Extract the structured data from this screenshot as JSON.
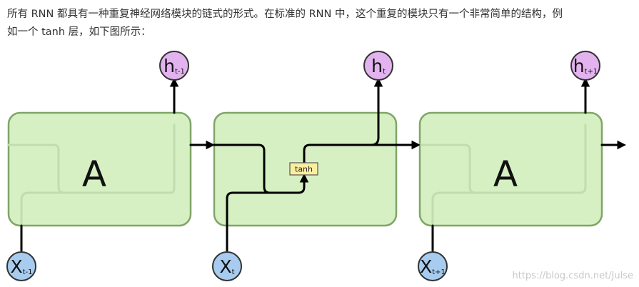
{
  "intro": {
    "line1": "所有 RNN 都具有一种重复神经网络模块的链式的形式。在标准的 RNN 中，这个重复的模块只有一个非常简单的结构，例",
    "line2": "如一个 tanh 层，如下图所示："
  },
  "diagram": {
    "cells": [
      {
        "label": "A"
      },
      {
        "label": ""
      },
      {
        "label": "A"
      }
    ],
    "outputs": [
      {
        "main": "h",
        "sub": "t-1"
      },
      {
        "main": "h",
        "sub": "t"
      },
      {
        "main": "h",
        "sub": "t+1"
      }
    ],
    "inputs": [
      {
        "main": "X",
        "sub": "t-1"
      },
      {
        "main": "X",
        "sub": "t"
      },
      {
        "main": "X",
        "sub": "t+1"
      }
    ],
    "layer": {
      "label": "tanh"
    },
    "colors": {
      "cell_fill": "#d6f0c3",
      "cell_border": "#7fa567",
      "output_node": "#e3b3ef",
      "input_node": "#a7ccef",
      "layer_fill": "#fbee9f"
    }
  },
  "watermark": "https://blog.csdn.net/Julse"
}
